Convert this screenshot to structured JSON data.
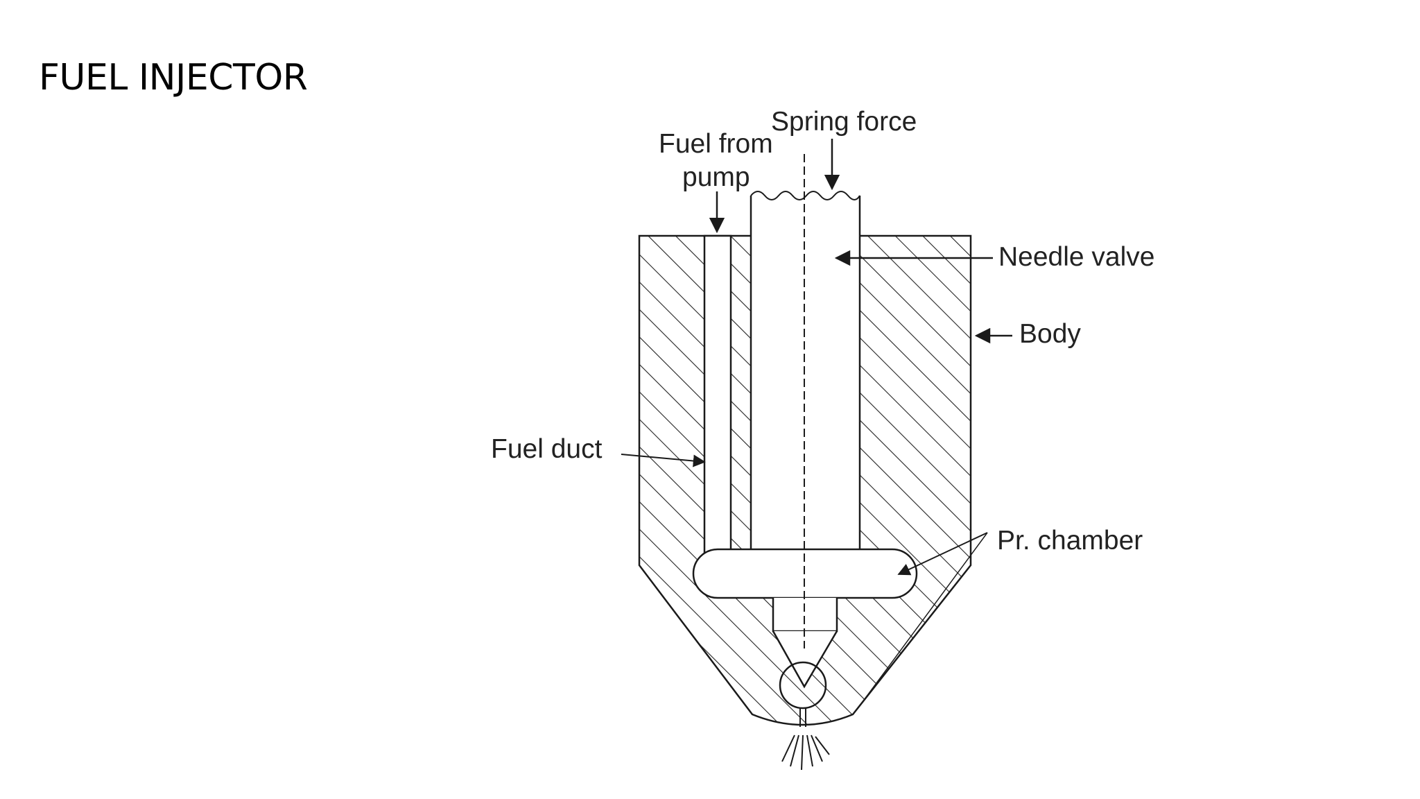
{
  "slide": {
    "title": "FUEL INJECTOR"
  },
  "diagram": {
    "labels": {
      "spring_force": "Spring force",
      "fuel_from_pump_line1": "Fuel from",
      "fuel_from_pump_line2": "pump",
      "needle_valve": "Needle valve",
      "body": "Body",
      "fuel_duct": "Fuel duct",
      "pressure_chamber": "Pr. chamber"
    },
    "colors": {
      "line": "#1a1a1a",
      "hatch": "#222222",
      "background": "#ffffff"
    }
  }
}
